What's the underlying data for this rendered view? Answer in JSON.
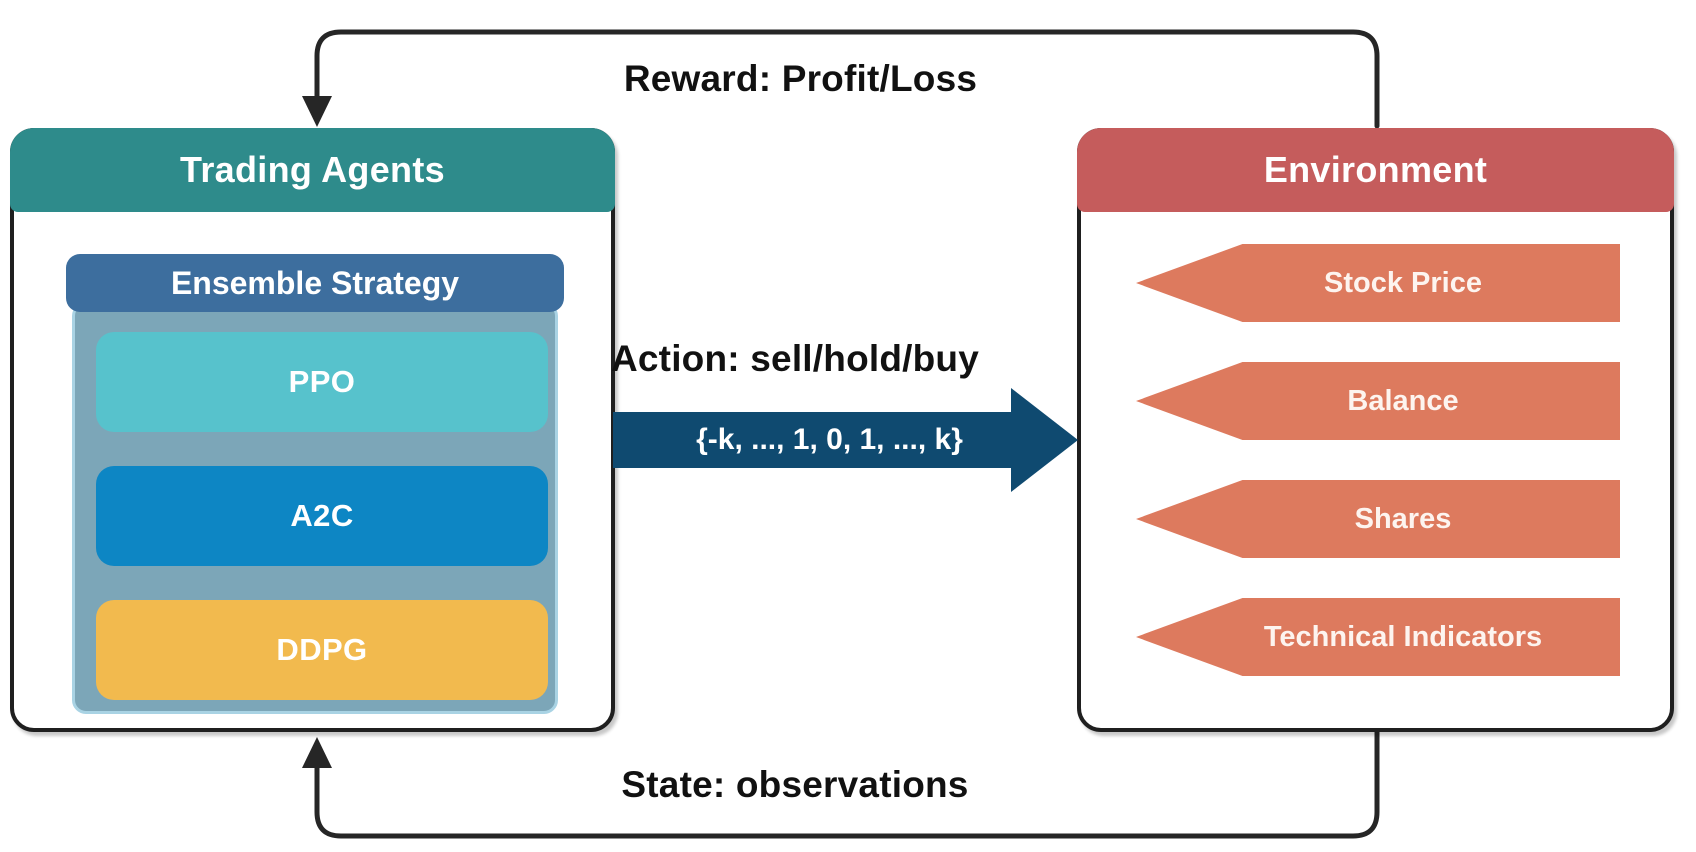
{
  "agents": {
    "title": "Trading Agents",
    "ensemble": {
      "title": "Ensemble Strategy",
      "members": [
        {
          "label": "PPO",
          "color": "#57c2cc"
        },
        {
          "label": "A2C",
          "color": "#0d86c4"
        },
        {
          "label": "DDPG",
          "color": "#f2ba4e"
        }
      ]
    }
  },
  "environment": {
    "title": "Environment",
    "observations": [
      {
        "label": "Stock Price"
      },
      {
        "label": "Balance"
      },
      {
        "label": "Shares"
      },
      {
        "label": "Technical Indicators"
      }
    ]
  },
  "flows": {
    "reward_label": "Reward: Profit/Loss",
    "action_label": "Action: sell/hold/buy",
    "action_set": "{-k, ..., 1, 0, 1, ..., k}",
    "state_label": "State: observations"
  },
  "colors": {
    "agents_header": "#2e8b8b",
    "ensemble_header": "#3d6e9e",
    "ensemble_body": "#7ca6b8",
    "ensemble_body_border": "#a9d3e4",
    "ppo": "#57c2cc",
    "a2c": "#0d86c4",
    "ddpg": "#f2ba4e",
    "environment_header": "#c55c5c",
    "observation_arrow": "#dd7a5e",
    "action_arrow": "#0f4a70",
    "flow_line": "#262626",
    "label_text": "#111111"
  }
}
